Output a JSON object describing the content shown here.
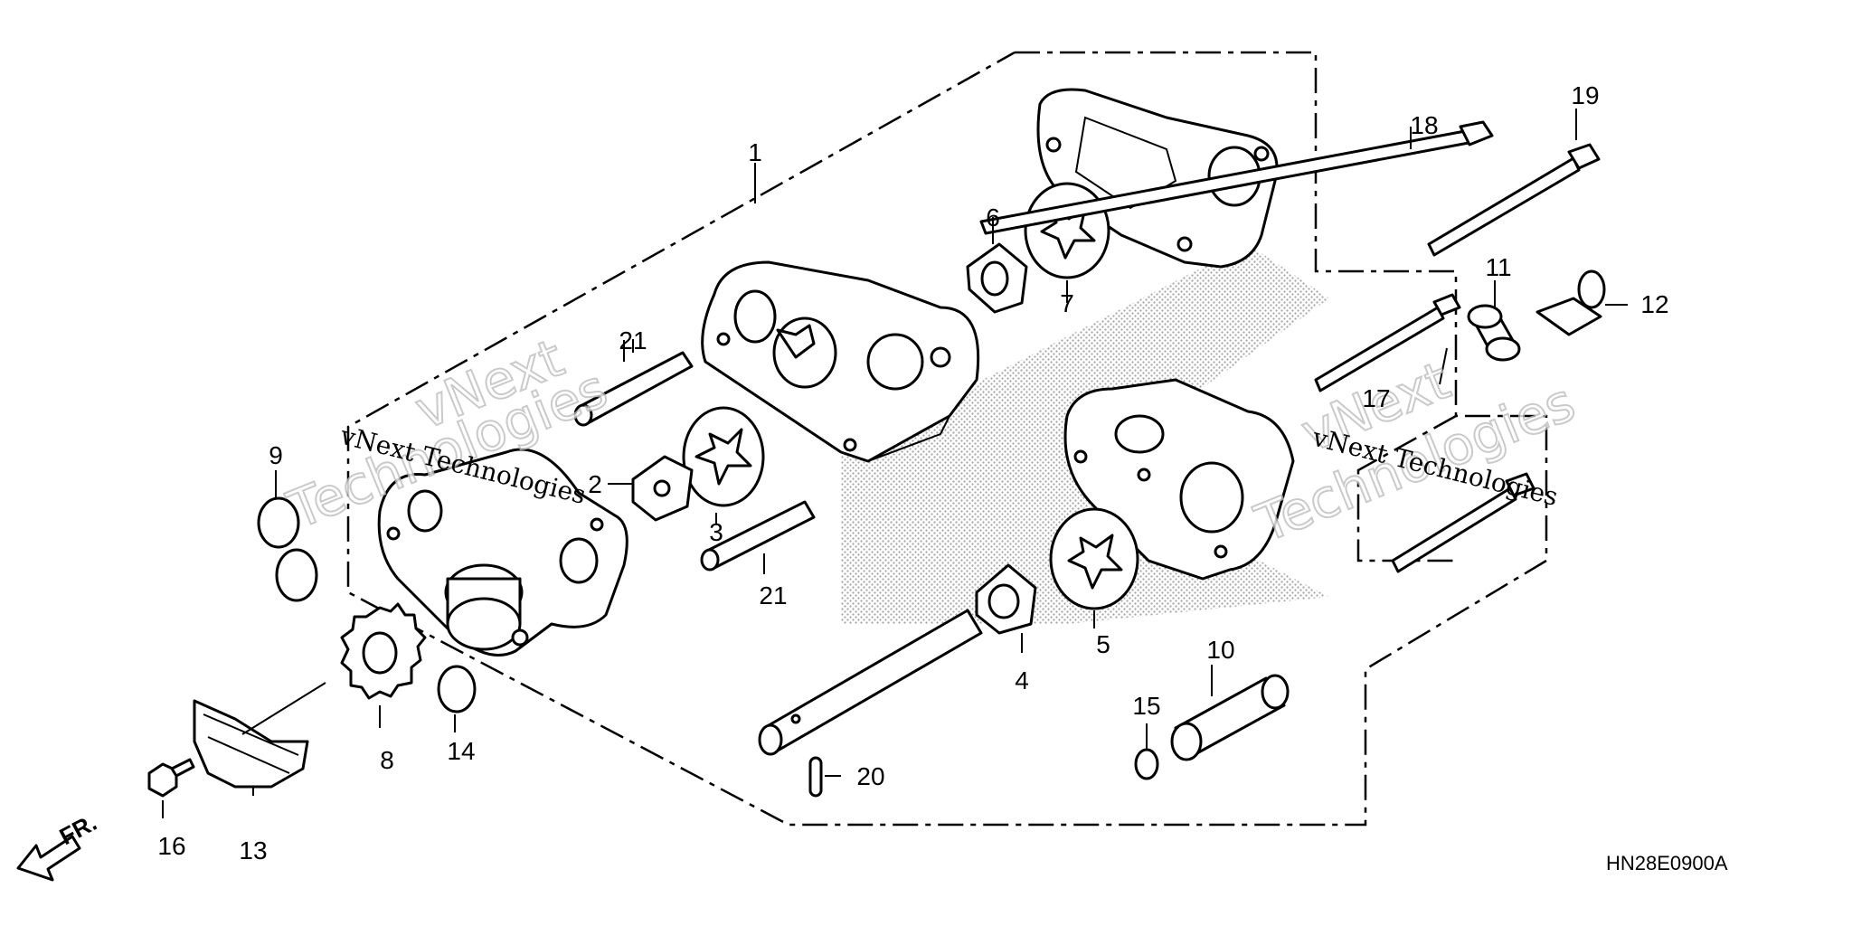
{
  "diagram": {
    "code": "HN28E0900A",
    "front_label": "FR.",
    "watermark": {
      "brand_line1": "vNext",
      "brand_line2": "Technologies",
      "caption": "vNext Technologies"
    },
    "callouts": {
      "c1": "1",
      "c2": "2",
      "c3": "3",
      "c4": "4",
      "c5": "5",
      "c6": "6",
      "c7": "7",
      "c8": "8",
      "c9": "9",
      "c10": "10",
      "c11": "11",
      "c12": "12",
      "c13": "13",
      "c14": "14",
      "c15": "15",
      "c16": "16",
      "c17": "17",
      "c18": "18",
      "c19": "19",
      "c20": "20",
      "c21a": "21",
      "c21b": "21"
    }
  }
}
